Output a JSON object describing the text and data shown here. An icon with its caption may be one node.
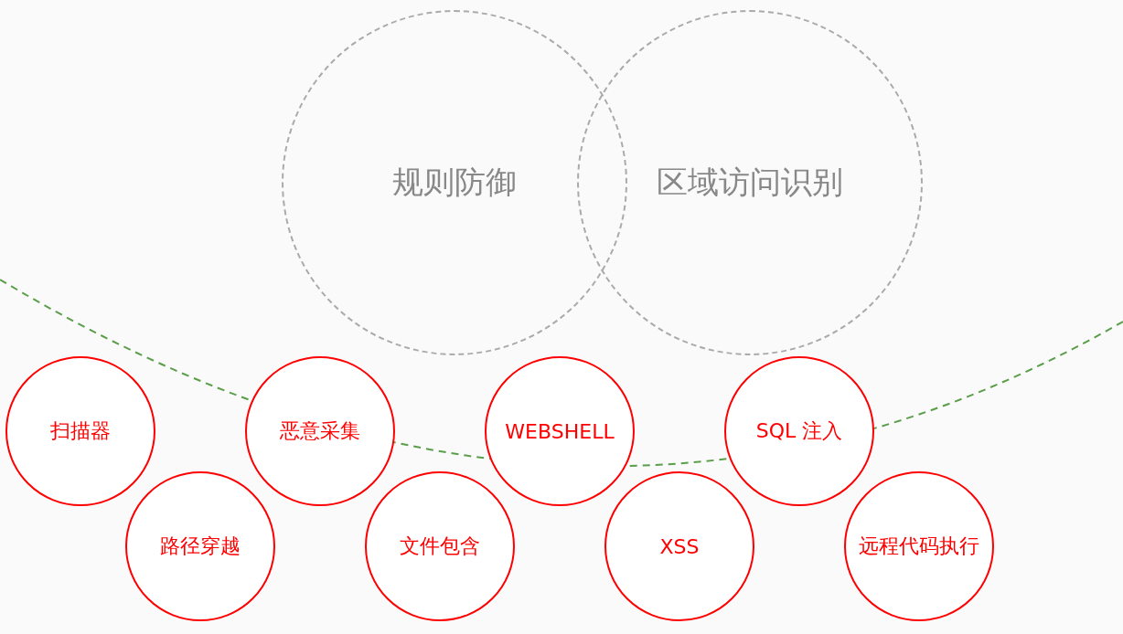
{
  "diagram": {
    "nodes": [
      {
        "text": [
          "规则防御"
        ]
      },
      {
        "text": [
          "区域访问识别"
        ]
      },
      {
        "text": [
          "扫描器"
        ]
      },
      {
        "text": [
          "路径穿越"
        ]
      },
      {
        "text": [
          "恶意采集"
        ]
      },
      {
        "text": [
          "文件包含"
        ]
      },
      {
        "text": [
          "WEBSHELL"
        ]
      },
      {
        "text": [
          "XSS"
        ]
      },
      {
        "text": [
          "SQL 注入"
        ]
      },
      {
        "text": [
          "远程代码执行"
        ]
      }
    ]
  }
}
